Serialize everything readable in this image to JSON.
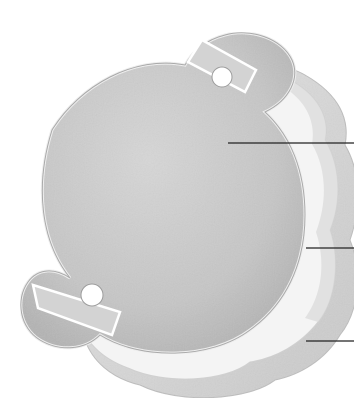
{
  "figure": {
    "layers": [
      {
        "role": "silver-disc"
      },
      {
        "role": "white-layer"
      },
      {
        "role": "grey-backing"
      }
    ],
    "callouts": 3,
    "colors": {
      "background": "#ffffff",
      "silver": "#c9c9c9",
      "silver_edge": "#b5b5b5",
      "white_layer": "#f2f2f2",
      "grey_backing": "#d8d8d8",
      "leader_line": "#222222"
    }
  }
}
